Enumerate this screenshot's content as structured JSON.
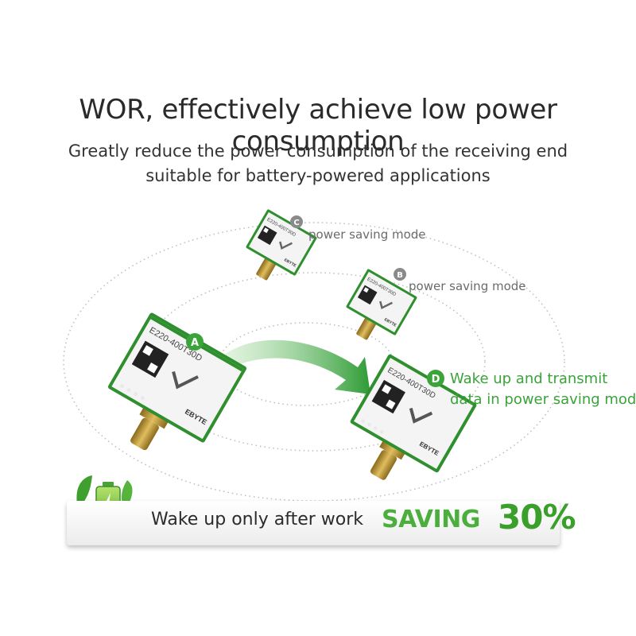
{
  "header": {
    "title": "WOR, effectively achieve low power consumption",
    "subtitle_line1": "Greatly reduce the power consumption of the receiving end",
    "subtitle_line2": "suitable for battery-powered applications"
  },
  "modules": {
    "a": {
      "badge": "A",
      "model": "E220-400T30D",
      "brand": "EBYTE"
    },
    "b": {
      "badge": "B",
      "model": "E220-400T30D",
      "brand": "EBYTE",
      "status": "power saving mode"
    },
    "c": {
      "badge": "C",
      "model": "E220-400T30D",
      "brand": "EBYTE",
      "status": "power saving mode"
    },
    "d": {
      "badge": "D",
      "model": "E220-400T30D",
      "brand": "EBYTE",
      "status_line1": "Wake up and transmit",
      "status_line2": "data in power saving mode"
    }
  },
  "banner": {
    "message": "Wake up only after work",
    "saving_label": "SAVING",
    "saving_value": "30%"
  },
  "colors": {
    "accent_green": "#3aa33a",
    "badge_gray": "#8a8a8a",
    "board_green": "#2f8f2f"
  },
  "icons": {
    "battery": "battery-charging-icon",
    "leaf": "leaf-icon"
  }
}
